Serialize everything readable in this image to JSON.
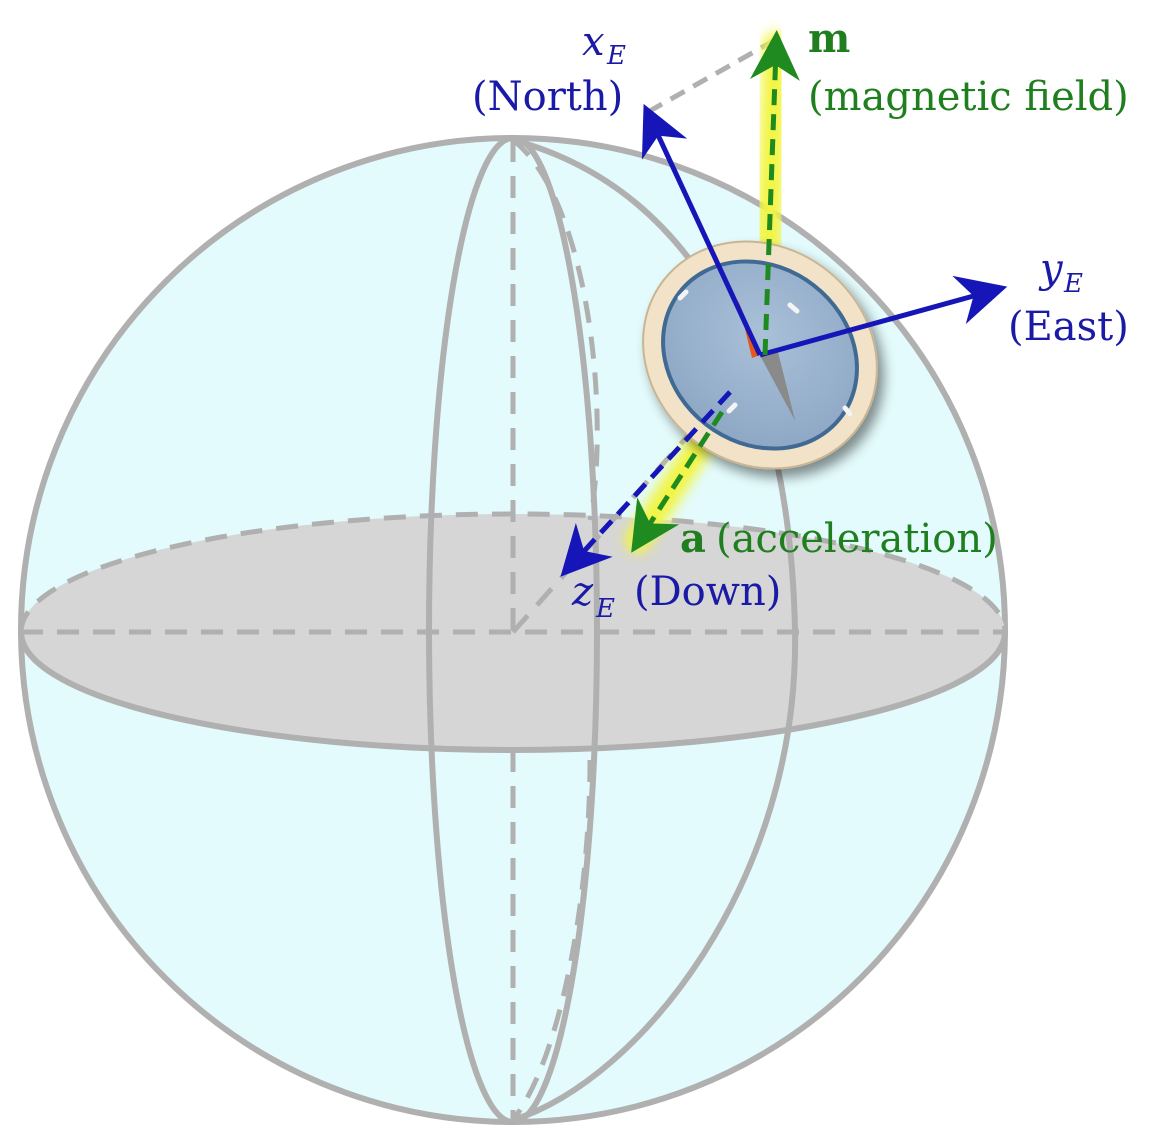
{
  "labels": {
    "xE_symbol": "x",
    "xE_sub": "E",
    "xE_desc": "(North)",
    "yE_symbol": "y",
    "yE_sub": "E",
    "yE_desc": "(East)",
    "zE_symbol": "z",
    "zE_sub": "E",
    "zE_desc": "(Down)",
    "m_symbol": "m",
    "m_desc": "(magnetic field)",
    "a_symbol": "a",
    "a_desc": "(acceleration)"
  },
  "colors": {
    "sphere_fill": "#e3fbfc",
    "sphere_stroke": "#b0b0b0",
    "equator_fill": "#d6d6d6",
    "axis_blue": "#1616b8",
    "vector_green": "#1f8a1f",
    "glow_yellow": "#f2f542",
    "compass_ring": "#f1e2c8",
    "compass_face": "#94aecb",
    "compass_rim": "#3f6a93",
    "needle_north": "#e8561c",
    "needle_south": "#4a4a4a"
  }
}
